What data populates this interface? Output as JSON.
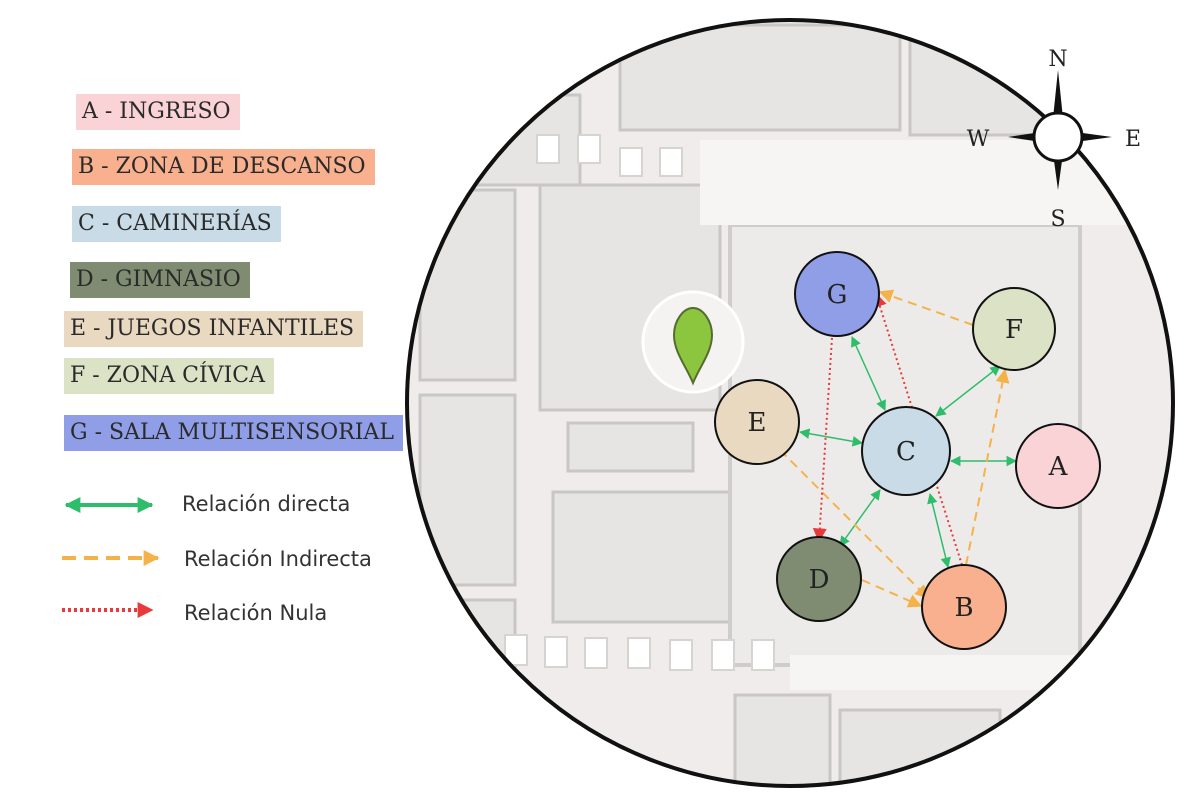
{
  "zones": [
    {
      "id": "A",
      "label": "A - INGRESO",
      "color": "#f9d3d6"
    },
    {
      "id": "B",
      "label": "B - ZONA DE DESCANSO",
      "color": "#f9b08f"
    },
    {
      "id": "C",
      "label": "C - CAMINERÍAS",
      "color": "#c8dbe6"
    },
    {
      "id": "D",
      "label": "D - GIMNASIO",
      "color": "#7f8c72"
    },
    {
      "id": "E",
      "label": "E - JUEGOS INFANTILES",
      "color": "#ead9c1"
    },
    {
      "id": "F",
      "label": "F - ZONA CÍVICA",
      "color": "#dbe2c6"
    },
    {
      "id": "G",
      "label": "G - SALA MULTISENSORIAL",
      "color": "#8f9ee6"
    }
  ],
  "relations": {
    "direct": {
      "label": "Relación directa",
      "color": "#2ebd6b"
    },
    "indirect": {
      "label": "Relación Indirecta",
      "color": "#f6b24a"
    },
    "null": {
      "label": "Relación  Nula",
      "color": "#e83a3a"
    }
  },
  "nodes": {
    "A": {
      "label": "A"
    },
    "B": {
      "label": "B"
    },
    "C": {
      "label": "C"
    },
    "D": {
      "label": "D"
    },
    "E": {
      "label": "E"
    },
    "F": {
      "label": "F"
    },
    "G": {
      "label": "G"
    }
  },
  "compass": {
    "n": "N",
    "s": "S",
    "e": "E",
    "w": "W"
  },
  "marker": {
    "icon": "location-pin-icon",
    "color": "#8cc63f"
  }
}
